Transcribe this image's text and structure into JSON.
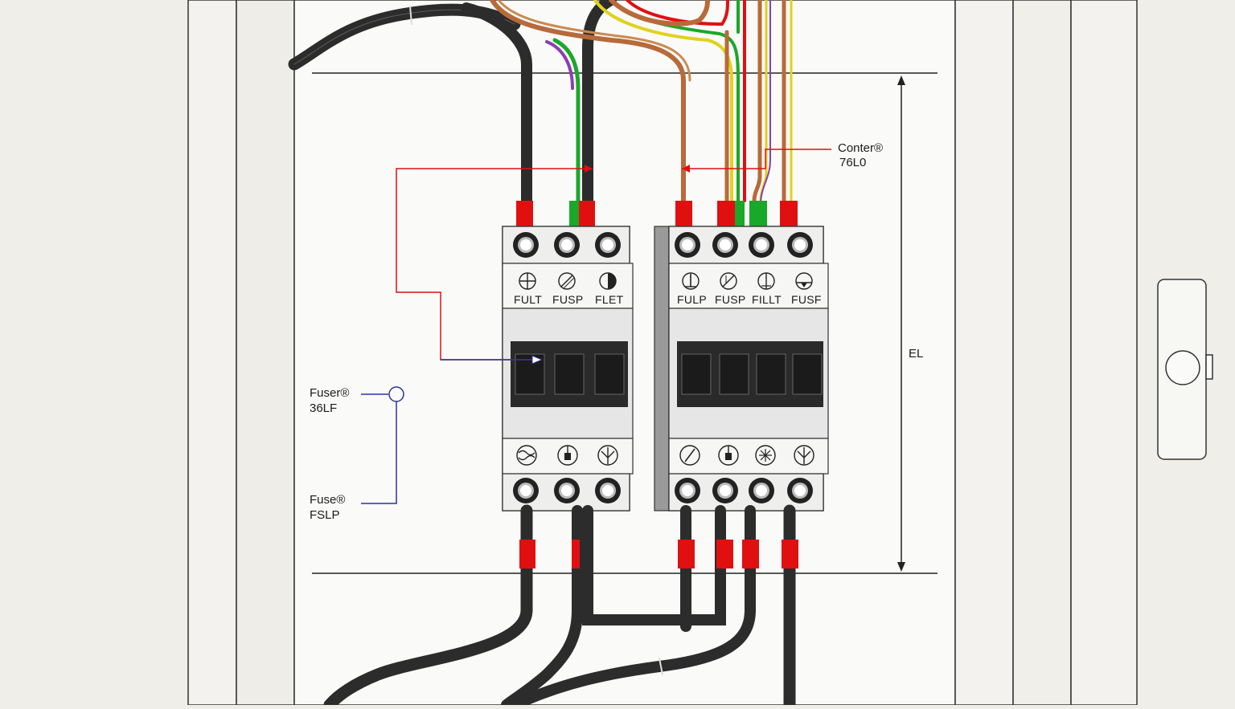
{
  "colors": {
    "background": "#efeee9",
    "panel": "#f7f7f4",
    "cable": "#2c2c2c",
    "red": "#e01010",
    "green": "#1aa82a",
    "brown": "#b86a3a",
    "yellow": "#e0d21c",
    "purple": "#8a3fb0",
    "leader_red": "#e01010",
    "leader_blue": "#2a35a0",
    "module_body": "#e6e6e6",
    "window": "#2a2a2a"
  },
  "callouts": {
    "top_right": {
      "line1": "Conter®",
      "line2": "76L0"
    },
    "left_upper": {
      "line1": "Fuser®",
      "line2": "36LF"
    },
    "left_lower": {
      "line1": "Fuse®",
      "line2": "FSLP"
    },
    "dimension": "EL"
  },
  "module_left": {
    "labels": [
      "FULT",
      "FUSP",
      "FLET"
    ],
    "top_icons": [
      "crosshair-circle-icon",
      "slashed-circle-icon",
      "half-circle-icon"
    ],
    "bottom_icons": [
      "wave-circle-icon",
      "box-circle-icon",
      "tree-circle-icon"
    ]
  },
  "module_right": {
    "labels": [
      "FULP",
      "FUSP",
      "FILLT",
      "FUSF"
    ],
    "top_icons": [
      "pin-circle-icon",
      "slashed-circle-icon",
      "half-circle-icon",
      "dome-circle-icon"
    ],
    "bottom_icons": [
      "needle-circle-icon",
      "box-circle-icon",
      "snowflake-circle-icon",
      "tree-circle-icon"
    ]
  }
}
